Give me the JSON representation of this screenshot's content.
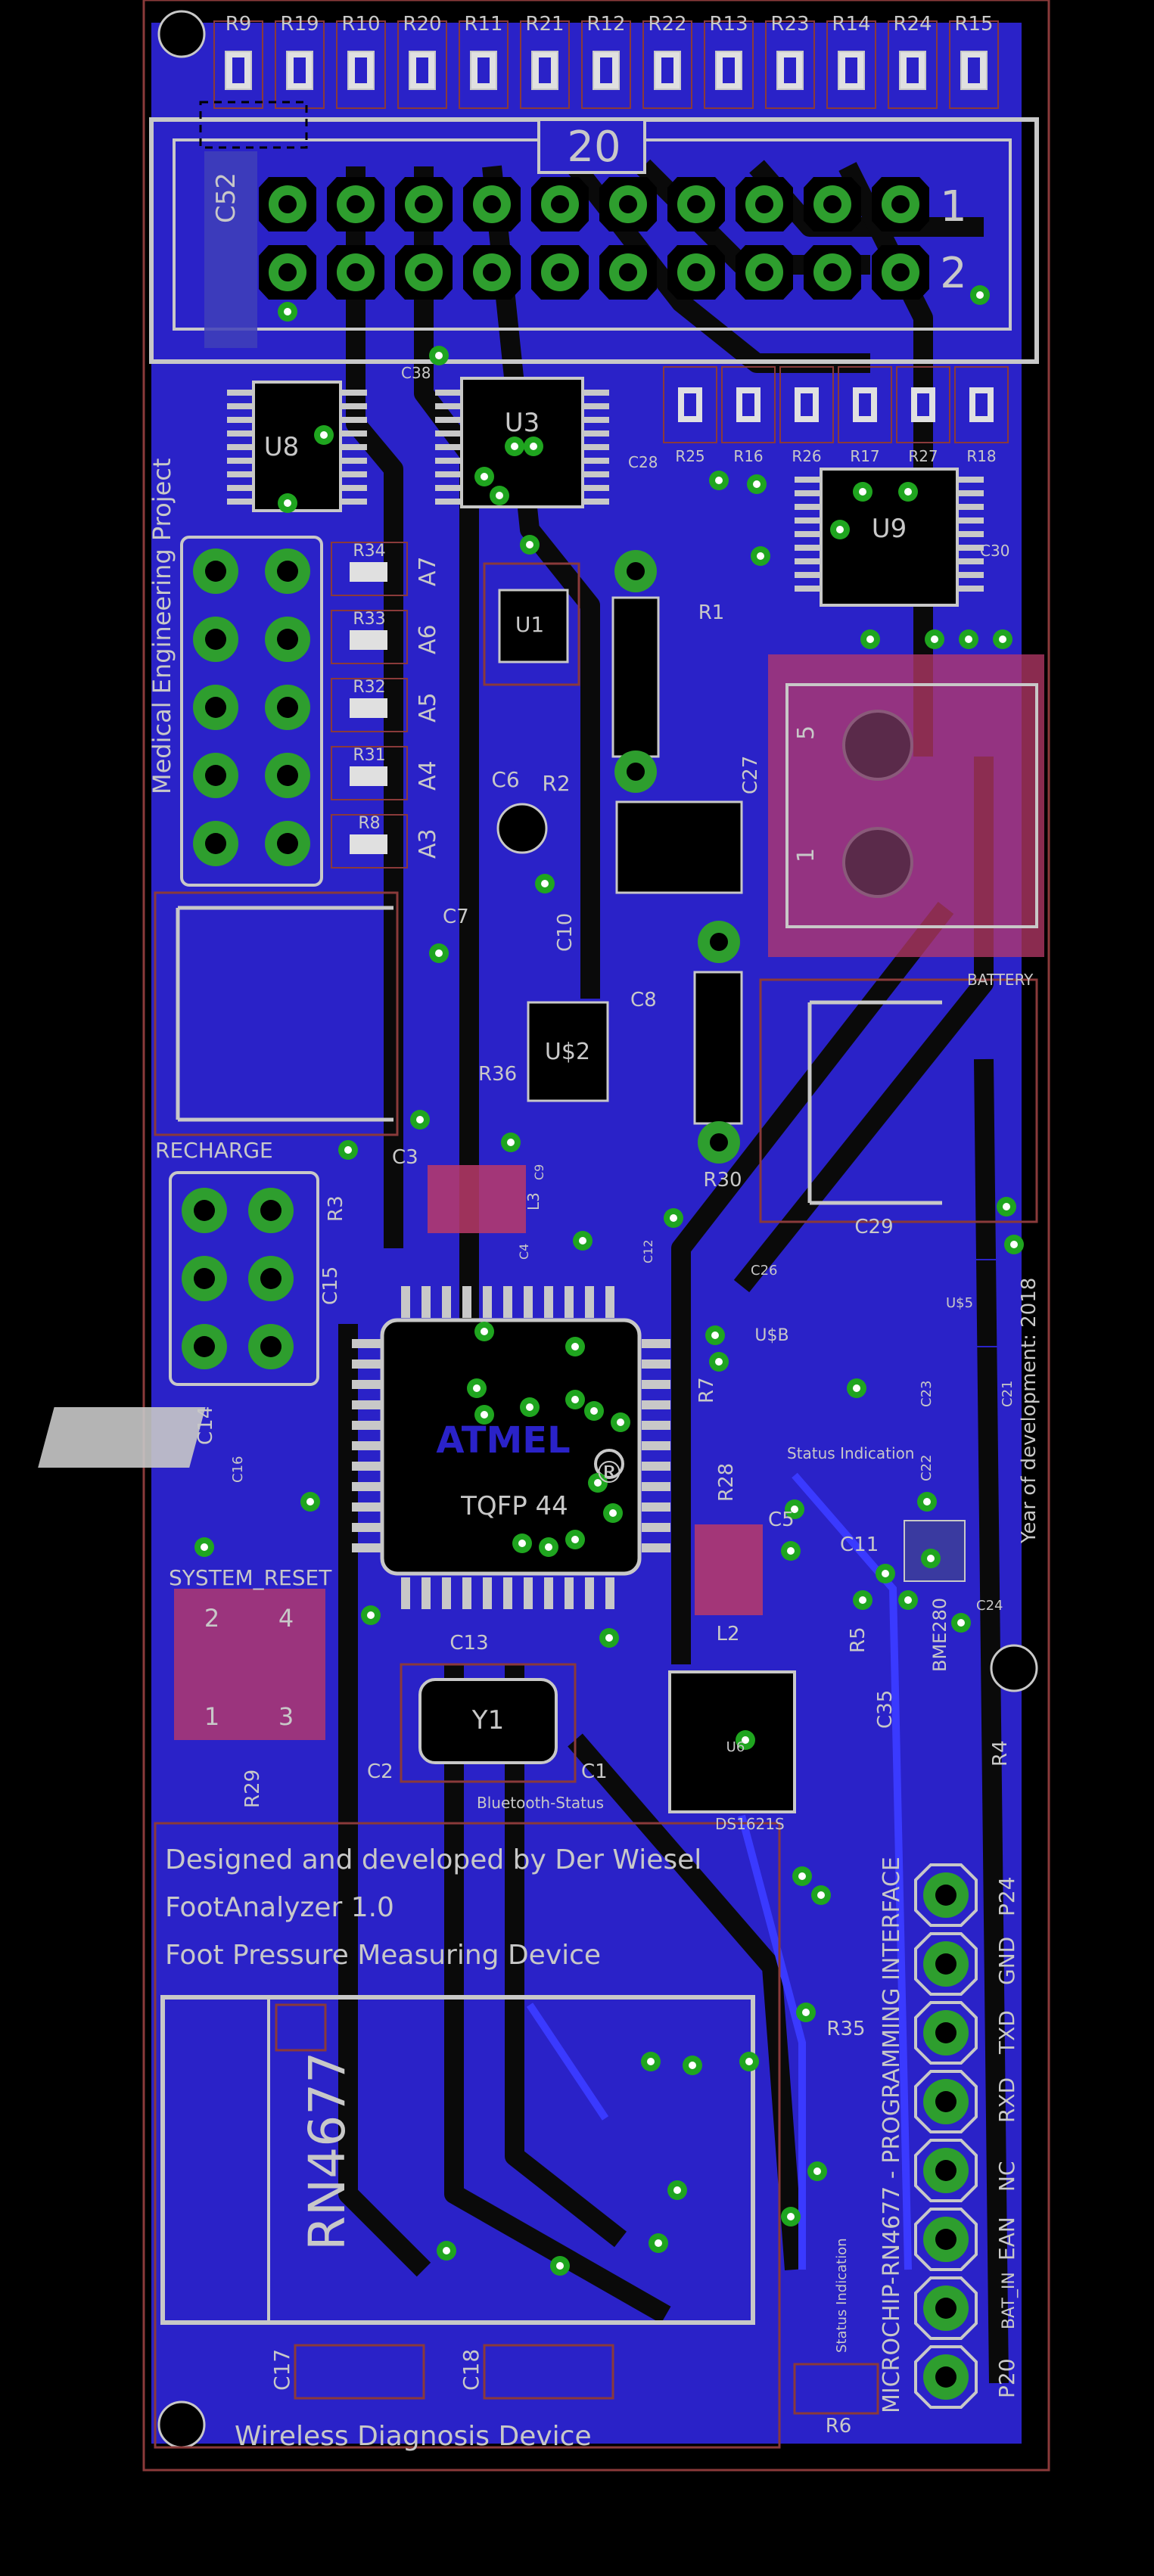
{
  "colors": {
    "background": "#000000",
    "copper": "#2a22c8",
    "trace": "#0a0a0a",
    "trace_top": "#3a3aff",
    "silk": "#c8c8c8",
    "outline": "#8a3a3a",
    "pad_ring": "#2e9e2e",
    "via": "#1fa51f",
    "highlight": "#b83a6a"
  },
  "connector": {
    "pin_count_label": "20",
    "pin1": "1",
    "pin2": "2"
  },
  "resistors_top": [
    "R9",
    "R19",
    "R10",
    "R20",
    "R11",
    "R21",
    "R12",
    "R22",
    "R13",
    "R23",
    "R14",
    "R24",
    "R15"
  ],
  "resistors_row2": [
    "R25",
    "R16",
    "R26",
    "R17",
    "R27",
    "R18"
  ],
  "analog_labels": [
    "A7",
    "A6",
    "A5",
    "A4",
    "A3"
  ],
  "analog_resistors": [
    "R34",
    "R33",
    "R32",
    "R31",
    "R8"
  ],
  "side_title": "Medical Engineering Project",
  "year_text": "Year of development: 2018",
  "components": {
    "u8": "U8",
    "u3": "U3",
    "u1": "U1",
    "u9": "U9",
    "u2": "U$2",
    "u5": "U$5",
    "u6": "U6",
    "c38": "C38",
    "c28": "C28",
    "c30": "C30",
    "c6": "C6",
    "r2": "R2",
    "r1": "R1",
    "c27": "C27",
    "c10": "C10",
    "c7": "C7",
    "c8": "C8",
    "r36": "R36",
    "c3": "C3",
    "r3": "R3",
    "l3": "L3",
    "c4": "C4",
    "c9": "C9",
    "c12": "C12",
    "r30": "R30",
    "c26": "C26",
    "c29": "C29",
    "c15": "C15",
    "c14": "C14",
    "c16": "C16",
    "usb": "U$B",
    "c23": "C23",
    "c21": "C21",
    "r7": "R7",
    "c22": "C22",
    "r28": "R28",
    "c5": "C5",
    "c11": "C11",
    "l2": "L2",
    "r5": "R5",
    "bme": "BME280",
    "c24": "C24",
    "c13": "C13",
    "y1": "Y1",
    "c2": "C2",
    "c1": "C1",
    "r29": "R29",
    "c35": "C35",
    "r4": "R4",
    "ds": "DS1621S",
    "r35": "R35",
    "c17": "C17",
    "c18": "C18",
    "r6": "R6",
    "c52": "C52",
    "battery": "BATTERY",
    "recharge": "RECHARGE"
  },
  "battery_pins": [
    "5",
    "1"
  ],
  "system_reset": {
    "label": "SYSTEM_RESET",
    "pins": [
      "2",
      "4",
      "1",
      "3"
    ]
  },
  "mcu": {
    "brand": "ATMEL",
    "package": "TQFP 44",
    "reg": "®"
  },
  "status_labels": {
    "status1": "Status Indication",
    "bluetooth": "Bluetooth-Status",
    "status2": "Status Indication"
  },
  "credits": [
    "Designed and developed by Der Wiesel",
    "FootAnalyzer 1.0",
    "Foot Pressure Measuring Device"
  ],
  "module": "RN4677",
  "bottom_title": "Wireless Diagnosis Device",
  "programming_interface": "MICROCHIP-RN4677 - PROGRAMMING INTERFACE",
  "prog_pins": [
    "P24",
    "GND",
    "TXD",
    "RXD",
    "NC",
    "EAN",
    "BAT_IN",
    "P20"
  ]
}
